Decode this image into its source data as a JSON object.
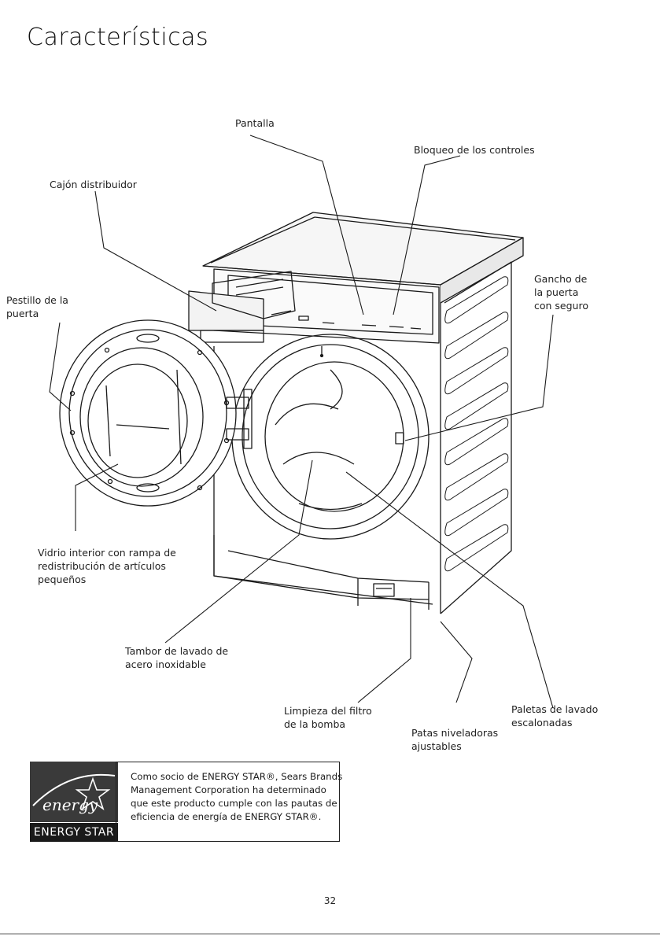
{
  "page": {
    "title": "Características",
    "page_number": "32"
  },
  "labels": {
    "pantalla": "Pantalla",
    "bloqueo": "Bloqueo de los controles",
    "cajon": "Cajón distribuidor",
    "pestillo": [
      "Pestillo de la",
      "puerta"
    ],
    "gancho": [
      "Gancho de",
      "la puerta",
      "con seguro"
    ],
    "vidrio": [
      "Vidrio interior con rampa de",
      "redistribución de artículos",
      "pequeños"
    ],
    "tambor": [
      "Tambor de lavado de",
      "acero inoxidable"
    ],
    "limpieza": [
      "Limpieza del filtro",
      "de la bomba"
    ],
    "patas": [
      "Patas niveladoras",
      "ajustables"
    ],
    "paletas": [
      "Paletas de lavado",
      "escalonadas"
    ]
  },
  "energy_star": {
    "lines": [
      "Como socio de ENERGY STAR®, Sears Brands",
      "Management Corporation ha determinado",
      "que este producto cumple con las pautas de",
      "eficiencia de energía de ENERGY STAR®."
    ],
    "logo_word": "ENERGY STAR",
    "logo_script": "energy"
  }
}
